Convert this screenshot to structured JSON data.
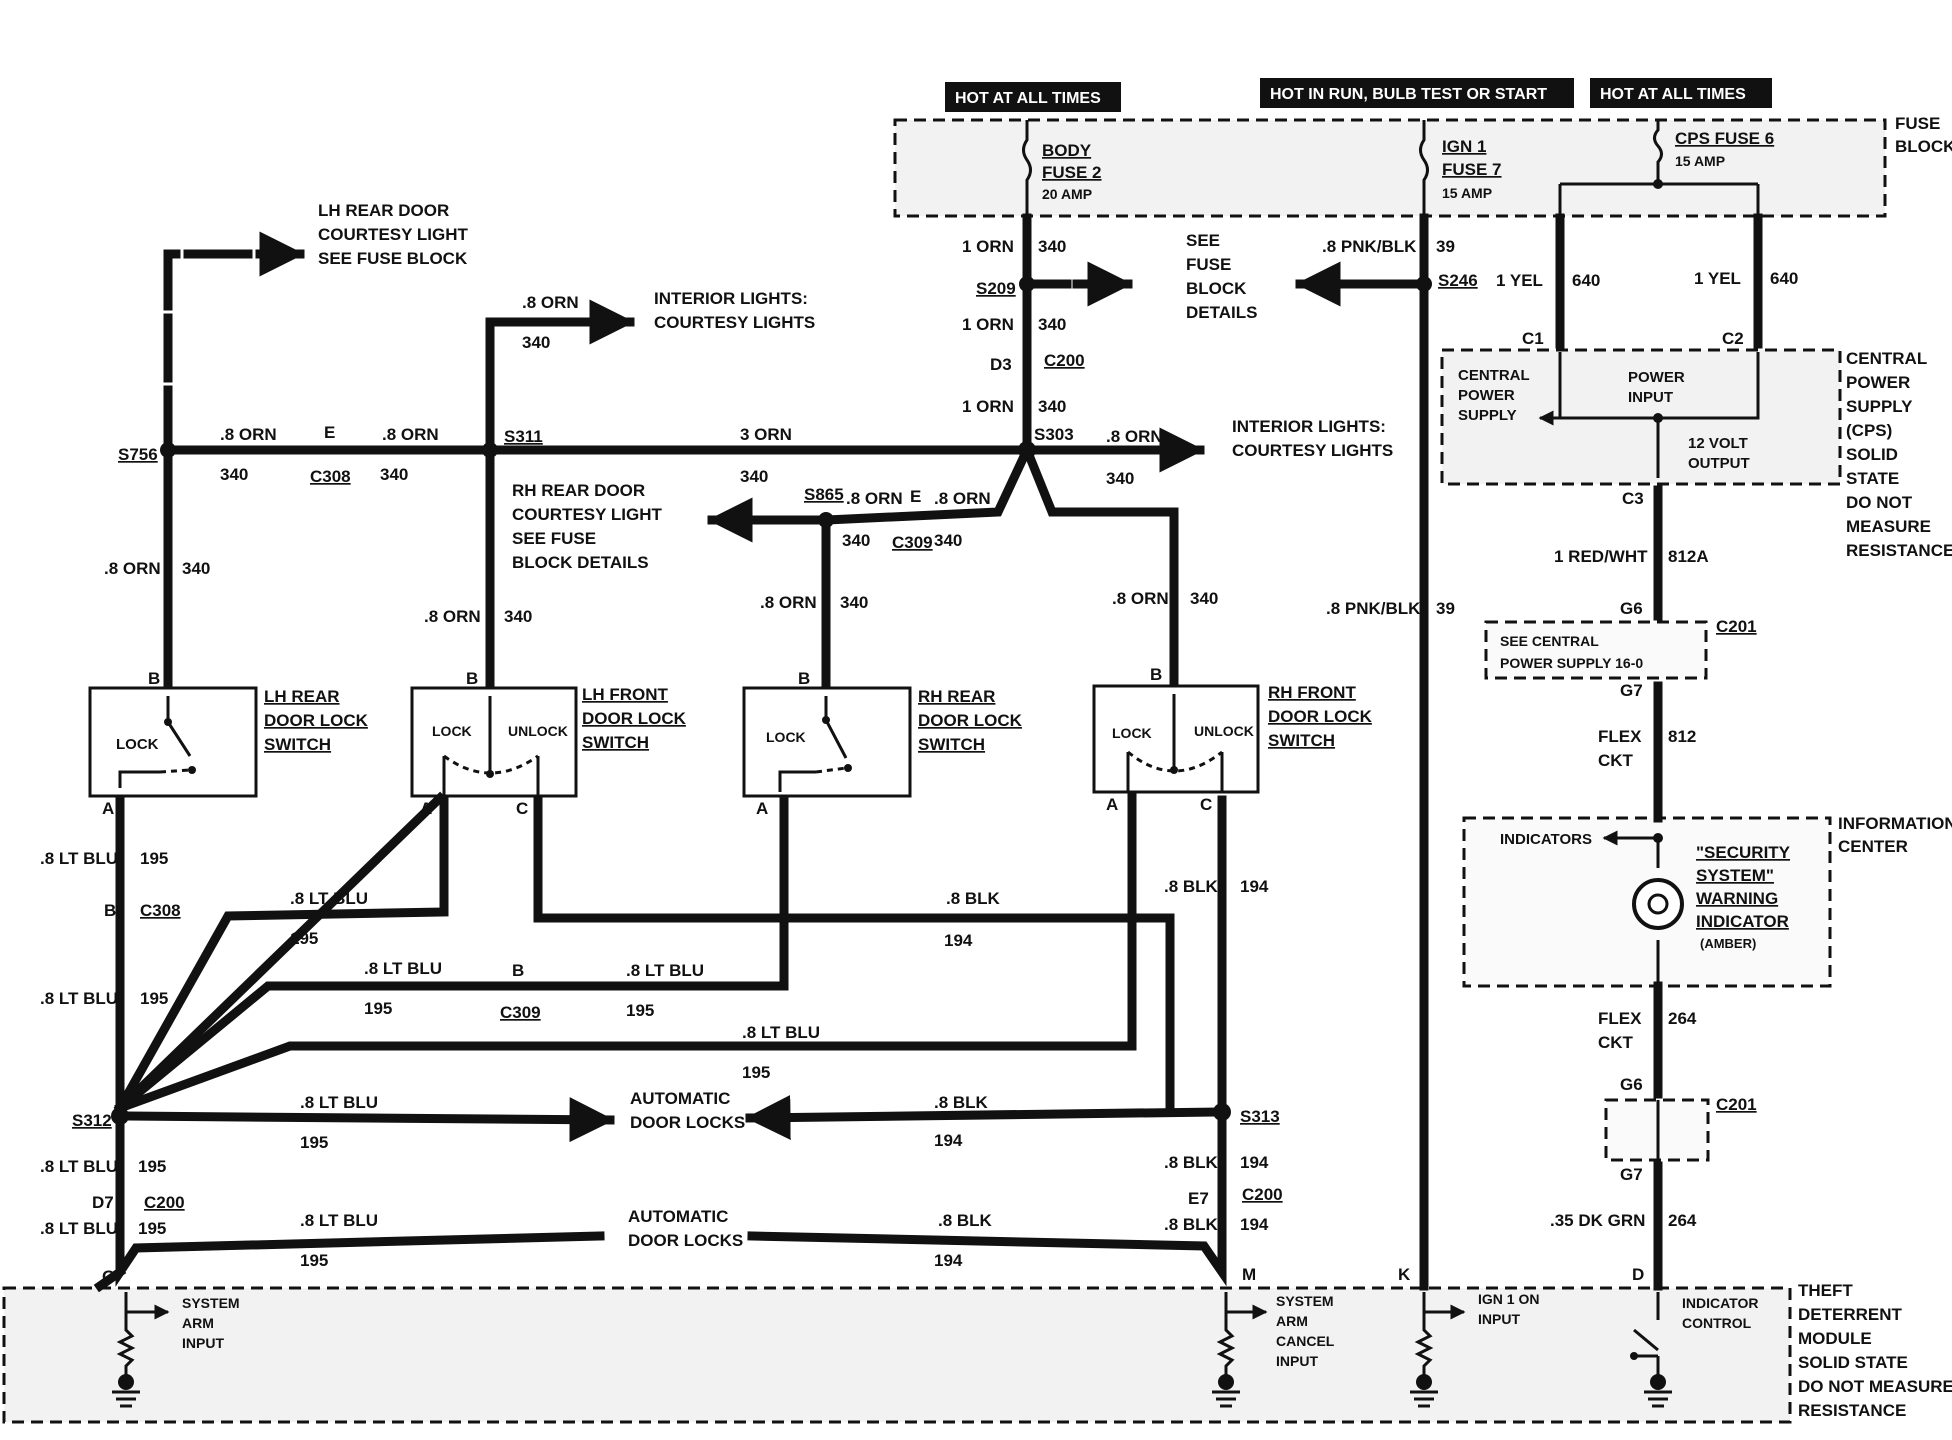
{
  "headers": {
    "hot_at_all_times_1": "HOT AT ALL TIMES",
    "hot_in_run": "HOT IN RUN, BULB TEST OR START",
    "hot_at_all_times_2": "HOT AT ALL TIMES"
  },
  "fuse_block": {
    "title_1": "FUSE",
    "title_2": "BLOCK",
    "body_fuse_1": "BODY",
    "body_fuse_2": "FUSE 2",
    "body_fuse_amp": "20 AMP",
    "ign_fuse_1": "IGN 1",
    "ign_fuse_2": "FUSE 7",
    "ign_fuse_amp": "15 AMP",
    "cps_fuse": "CPS FUSE 6",
    "cps_fuse_amp": "15 AMP"
  },
  "cps": {
    "t1": "CENTRAL",
    "t2": "POWER",
    "t3": "SUPPLY",
    "t4": "(CPS)",
    "t5": "SOLID",
    "t6": "STATE",
    "t7": "DO NOT",
    "t8": "MEASURE",
    "t9": "RESISTANCE",
    "inner_1": "CENTRAL",
    "inner_2": "POWER",
    "inner_3": "SUPPLY",
    "power_1": "POWER",
    "power_2": "INPUT",
    "volt_1": "12 VOLT",
    "volt_2": "OUTPUT",
    "c1": "C1",
    "c2": "C2",
    "c3": "C3"
  },
  "info_center": {
    "t1": "INFORMATION",
    "t2": "CENTER",
    "indicators": "INDICATORS",
    "warn_1": "\"SECURITY",
    "warn_2": "SYSTEM\"",
    "warn_3": "WARNING",
    "warn_4": "INDICATOR",
    "amber": "(AMBER)"
  },
  "see_cps_1": "SEE CENTRAL",
  "see_cps_2": "POWER SUPPLY 16-0",
  "theft_module": {
    "t1": "THEFT",
    "t2": "DETERRENT",
    "t3": "MODULE",
    "t4": "SOLID STATE",
    "t5": "DO NOT MEASURE",
    "t6": "RESISTANCE",
    "arm_1": "SYSTEM",
    "arm_2": "ARM",
    "arm_3": "INPUT",
    "cancel_1": "SYSTEM",
    "cancel_2": "ARM",
    "cancel_3": "CANCEL",
    "cancel_4": "INPUT",
    "ign_1": "IGN 1 ON",
    "ign_2": "INPUT",
    "ind_1": "INDICATOR",
    "ind_2": "CONTROL",
    "pin_g": "G",
    "pin_m": "M",
    "pin_k": "K",
    "pin_d": "D"
  },
  "switches": {
    "lh_rear": [
      "LH REAR",
      "DOOR LOCK",
      "SWITCH"
    ],
    "lh_front": [
      "LH FRONT",
      "DOOR LOCK",
      "SWITCH"
    ],
    "rh_rear": [
      "RH REAR",
      "DOOR LOCK",
      "SWITCH"
    ],
    "rh_front": [
      "RH FRONT",
      "DOOR LOCK",
      "SWITCH"
    ],
    "lock": "LOCK",
    "unlock": "UNLOCK",
    "pin_a": "A",
    "pin_b": "B",
    "pin_c": "C"
  },
  "notes": {
    "lh_rear_courtesy": [
      "LH REAR DOOR",
      "COURTESY LIGHT",
      "SEE FUSE BLOCK"
    ],
    "interior_1": [
      "INTERIOR LIGHTS:",
      "COURTESY LIGHTS"
    ],
    "interior_2": [
      "INTERIOR LIGHTS:",
      "COURTESY LIGHTS"
    ],
    "rh_rear_courtesy": [
      "RH REAR DOOR",
      "COURTESY LIGHT",
      "SEE FUSE",
      "BLOCK DETAILS"
    ],
    "see_fuse": [
      "SEE",
      "FUSE",
      "BLOCK",
      "DETAILS"
    ],
    "auto_locks_1": [
      "AUTOMATIC",
      "DOOR LOCKS"
    ],
    "auto_locks_2": [
      "AUTOMATIC",
      "DOOR LOCKS"
    ]
  },
  "splices": {
    "s209": "S209",
    "s246": "S246",
    "s303": "S303",
    "s311": "S311",
    "s756": "S756",
    "s865": "S865",
    "s312": "S312",
    "s313": "S313"
  },
  "connectors": {
    "c200": "C200",
    "d3": "D3",
    "c308": "C308",
    "e": "E",
    "c309": "C309",
    "b": "B",
    "d7": "D7",
    "e7": "E7",
    "g6": "G6",
    "g7": "G7",
    "c201": "C201"
  },
  "wires": {
    "orn1": "1 ORN",
    "orn8": ".8 ORN",
    "orn3": "3 ORN",
    "n340": "340",
    "pnkblk": ".8 PNK/BLK",
    "n39": "39",
    "yel": "1 YEL",
    "n640": "640",
    "redwht": "1 RED/WHT",
    "n812a": "812A",
    "flex": "FLEX",
    "ckt": "CKT",
    "n812": "812",
    "n264": "264",
    "dkgrn": ".35 DK GRN",
    "ltblu": ".8 LT BLU",
    "n195": "195",
    "blk": ".8 BLK",
    "n194": "194"
  }
}
